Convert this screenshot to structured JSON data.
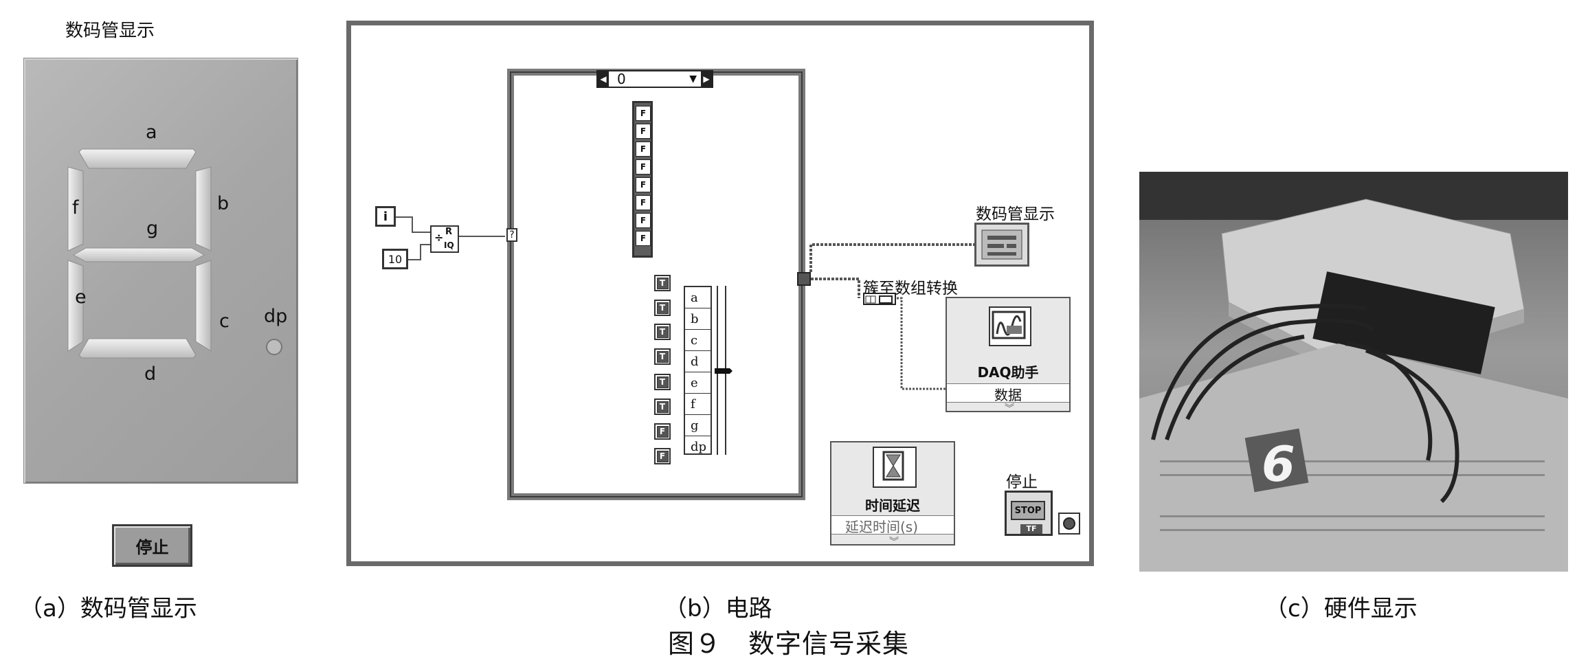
{
  "panel_a": {
    "title": "数码管显示",
    "segments": {
      "a": "a",
      "b": "b",
      "c": "c",
      "d": "d",
      "e": "e",
      "f": "f",
      "g": "g",
      "dp": "dp"
    },
    "stop_button": "停止",
    "caption": "（a）数码管显示"
  },
  "panel_b": {
    "case_selector": "0",
    "loop_index": "i",
    "constant": "10",
    "quotient_labels": {
      "r": "R",
      "iq": "IQ"
    },
    "case_terminal": "?",
    "bool_constants": [
      "T",
      "T",
      "T",
      "T",
      "T",
      "T",
      "F",
      "F"
    ],
    "false_array": [
      "F",
      "F",
      "F",
      "F",
      "F",
      "F",
      "F",
      "F"
    ],
    "bundle_fields": [
      "a",
      "b",
      "c",
      "d",
      "e",
      "f",
      "g",
      "dp"
    ],
    "indicator_label": "数码管显示",
    "convert_label": "簇至数组转换",
    "daq": {
      "title": "DAQ助手",
      "input": "数据"
    },
    "delay": {
      "title": "时间延迟",
      "input": "延迟时间(s)"
    },
    "stop": {
      "label": "停止",
      "button": "STOP",
      "tf": "TF"
    },
    "caption": "（b）电路"
  },
  "panel_c": {
    "digit": "6",
    "caption": "（c）硬件显示"
  },
  "figure_title": "图９　数字信号采集",
  "colors": {
    "panel_bg": "#a6a6a6",
    "frame": "#6a6a6a",
    "wire": "#555555"
  }
}
